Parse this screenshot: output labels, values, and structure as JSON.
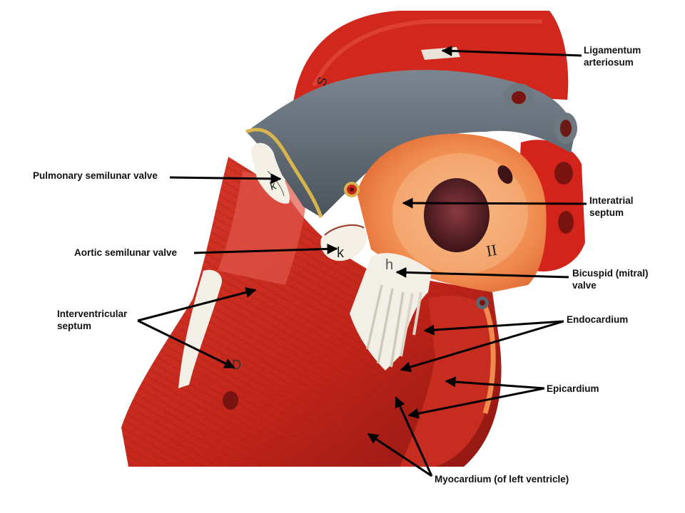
{
  "colors": {
    "background": "#ffffff",
    "muscle": "#c8261d",
    "muscle_dark": "#8e1712",
    "aorta_grey": "#5c6670",
    "atrium_orange": "#f08a4e",
    "valve_white": "#f4f0e6",
    "arrow": "#000000",
    "label_text": "#111111"
  },
  "labels": {
    "ligamentum": [
      "Ligamentum",
      "arteriosum"
    ],
    "pulmonary": [
      "Pulmonary semilunar valve"
    ],
    "interatrial": [
      "Interatrial",
      "septum"
    ],
    "aortic": [
      "Aortic semilunar valve"
    ],
    "bicuspid": [
      "Bicuspid (mitral)",
      "valve"
    ],
    "interventricular": [
      "Interventricular",
      "septum"
    ],
    "endocardium": [
      "Endocardium"
    ],
    "epicardium": [
      "Epicardium"
    ],
    "myocardium": [
      "Myocardium (of left ventricle)"
    ]
  },
  "model_markers": {
    "k1": "k",
    "k2": "k",
    "h": "h",
    "roman": "II",
    "d": "D",
    "s": "S"
  }
}
